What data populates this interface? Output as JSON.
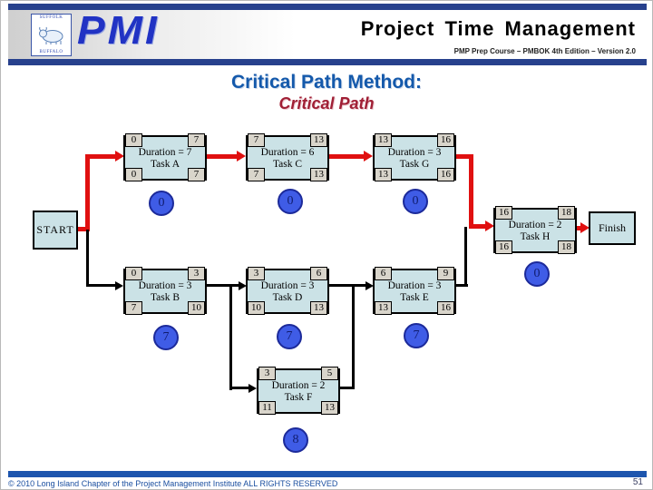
{
  "header": {
    "title": "Project Time Management",
    "subtitle": "PMP Prep Course – PMBOK 4th Edition – Version 2.0",
    "logo": {
      "wordmark": "PMI",
      "ring_top": "SUFFOLK",
      "ring_bottom": "BUFFALO"
    }
  },
  "titles": {
    "main": "Critical Path Method:",
    "sub": "Critical Path"
  },
  "diagram": {
    "start_label": "START",
    "finish_label": "Finish",
    "tasks": [
      {
        "id": "A",
        "name": "Task A",
        "duration_label": "Duration = 7",
        "es": "0",
        "ef": "7",
        "ls": "0",
        "lf": "7",
        "total_float": "0"
      },
      {
        "id": "C",
        "name": "Task C",
        "duration_label": "Duration = 6",
        "es": "7",
        "ef": "13",
        "ls": "7",
        "lf": "13",
        "total_float": "0"
      },
      {
        "id": "G",
        "name": "Task G",
        "duration_label": "Duration = 3",
        "es": "13",
        "ef": "16",
        "ls": "13",
        "lf": "16",
        "total_float": "0"
      },
      {
        "id": "H",
        "name": "Task H",
        "duration_label": "Duration = 2",
        "es": "16",
        "ef": "18",
        "ls": "16",
        "lf": "18",
        "total_float": "0"
      },
      {
        "id": "B",
        "name": "Task B",
        "duration_label": "Duration = 3",
        "es": "0",
        "ef": "3",
        "ls": "7",
        "lf": "10",
        "total_float": "7"
      },
      {
        "id": "D",
        "name": "Task D",
        "duration_label": "Duration = 3",
        "es": "3",
        "ef": "6",
        "ls": "10",
        "lf": "13",
        "total_float": "7"
      },
      {
        "id": "E",
        "name": "Task E",
        "duration_label": "Duration = 3",
        "es": "6",
        "ef": "9",
        "ls": "13",
        "lf": "16",
        "total_float": "7"
      },
      {
        "id": "F",
        "name": "Task F",
        "duration_label": "Duration = 2",
        "es": "3",
        "ef": "5",
        "ls": "11",
        "lf": "13",
        "total_float": "8"
      }
    ]
  },
  "footer": {
    "copyright": "© 2010 Long Island Chapter of the Project Management Institute  ALL RIGHTS RESERVED",
    "page_number": "51"
  },
  "colors": {
    "critical_path_red": "#e01010",
    "normal_link_black": "#000000",
    "node_fill": "#cbe2e6",
    "corner_fill": "#d9d5cb",
    "float_circle_fill": "#3f5ce6",
    "title_blue": "#1459ab",
    "subtitle_maroon": "#a01f35",
    "bar_navy": "#27418d",
    "footer_bar_blue": "#1d55ae"
  }
}
